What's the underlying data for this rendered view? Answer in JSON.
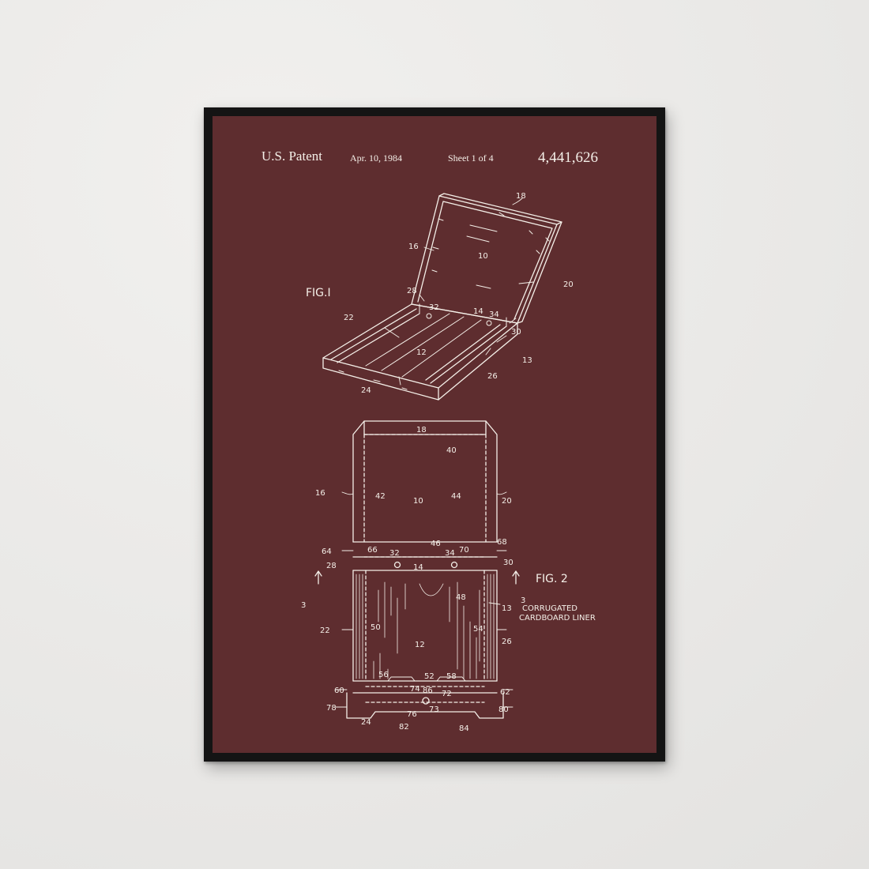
{
  "poster": {
    "header": {
      "patent": "U.S. Patent",
      "date": "Apr. 10, 1984",
      "sheet": "Sheet 1 of 4",
      "number": "4,441,626"
    },
    "fig1": {
      "title": "FIG.I",
      "refs": {
        "r18": "18",
        "r16": "16",
        "r10": "10",
        "r20": "20",
        "r28": "28",
        "r32": "32",
        "r14": "14",
        "r34": "34",
        "r30": "30",
        "r22": "22",
        "r12": "12",
        "r13": "13",
        "r26": "26",
        "r24": "24"
      }
    },
    "fig2": {
      "title": "FIG. 2",
      "liner_line1": "CORRUGATED",
      "liner_line2": "CARDBOARD LINER",
      "refs": {
        "r18": "18",
        "r40": "40",
        "r16": "16",
        "r42": "42",
        "r10": "10",
        "r44": "44",
        "r20": "20",
        "r64": "64",
        "r66": "66",
        "r32": "32",
        "r46": "46",
        "r34": "34",
        "r70": "70",
        "r68": "68",
        "r28": "28",
        "r14": "14",
        "r30": "30",
        "r3l": "3",
        "r48": "48",
        "r3r": "3",
        "r13": "13",
        "r50": "50",
        "r54": "54",
        "r22": "22",
        "r12": "12",
        "r26": "26",
        "r56": "56",
        "r52": "52",
        "r58": "58",
        "r60": "60",
        "r74": "74",
        "r86": "86",
        "r72": "72",
        "r62": "62",
        "r78": "78",
        "r73": "73",
        "r80": "80",
        "r24": "24",
        "r76": "76",
        "r82": "82",
        "r84": "84"
      }
    },
    "colors": {
      "wall": "#ecebe9",
      "frame": "#141414",
      "poster": "#5e2d2f",
      "ink": "#f4efe8"
    }
  }
}
